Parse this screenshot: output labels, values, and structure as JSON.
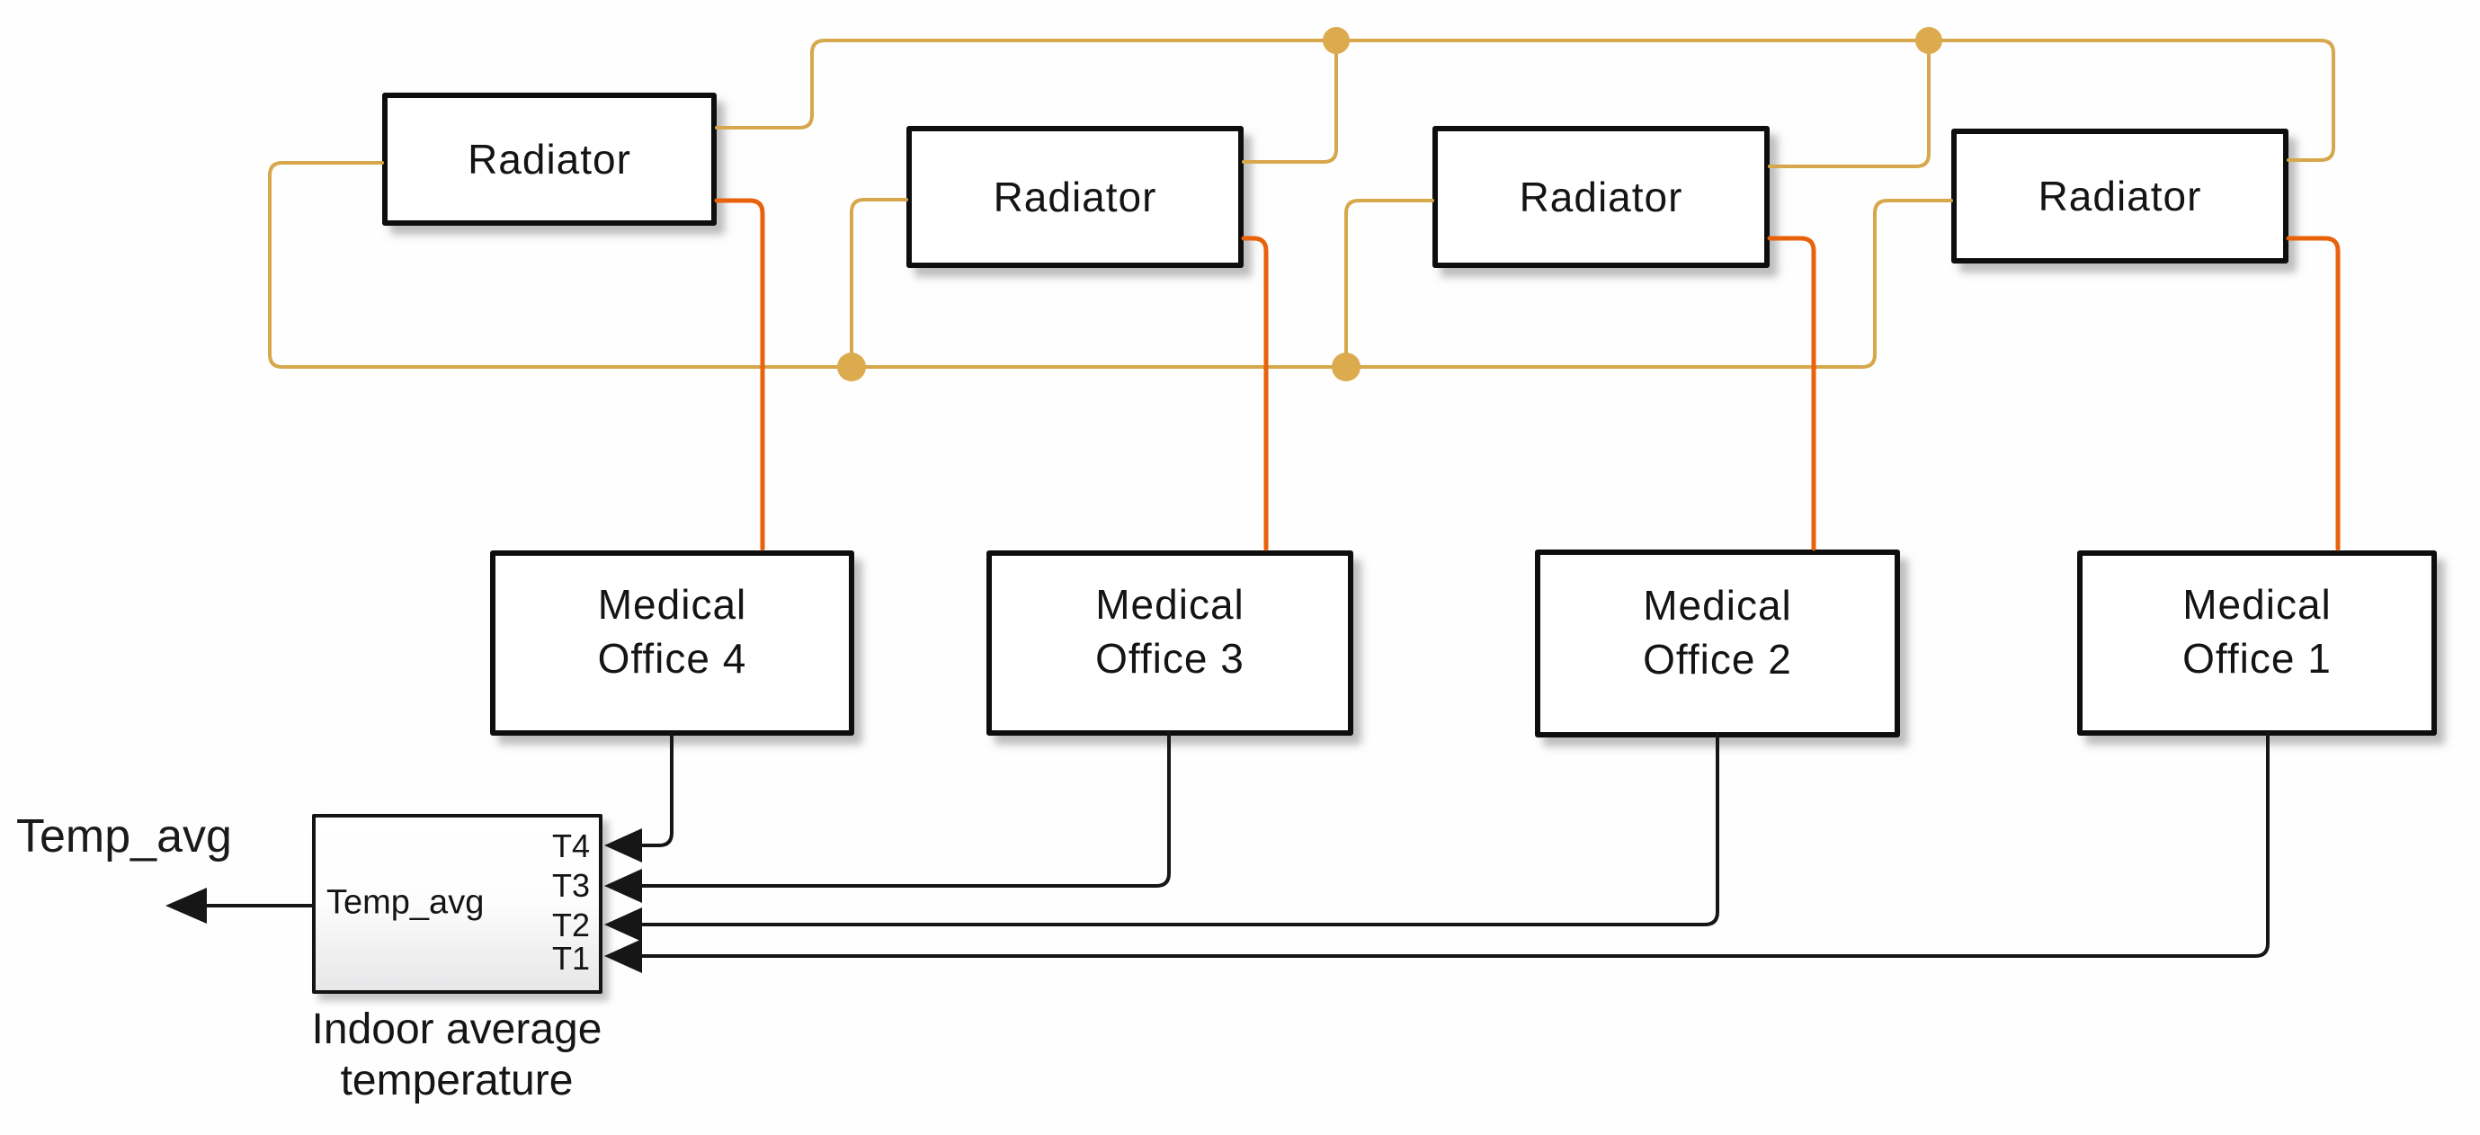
{
  "colors": {
    "water_supply_line": "#d6a74b",
    "junction_dot": "#dcab4e",
    "radiator_heat_output_line": "#e8610b",
    "signal_line": "#161616"
  },
  "radiators": [
    {
      "label": "Radiator"
    },
    {
      "label": "Radiator"
    },
    {
      "label": "Radiator"
    },
    {
      "label": "Radiator"
    }
  ],
  "offices": [
    {
      "line1": "Medical",
      "line2": "Office 4"
    },
    {
      "line1": "Medical",
      "line2": "Office 3"
    },
    {
      "line1": "Medical",
      "line2": "Office 2"
    },
    {
      "line1": "Medical",
      "line2": "Office 1"
    }
  ],
  "averager": {
    "block_label": "Temp_avg",
    "ports": [
      "T4",
      "T3",
      "T2",
      "T1"
    ],
    "output_signal_label": "Temp_avg",
    "caption_line1": "Indoor average",
    "caption_line2": "temperature"
  }
}
